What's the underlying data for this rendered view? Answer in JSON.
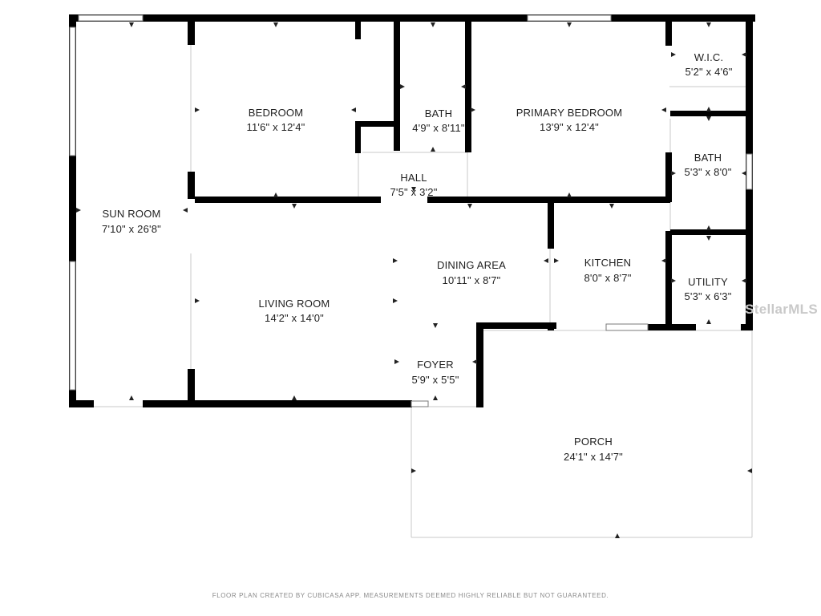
{
  "rooms": {
    "sunroom": {
      "name": "SUN ROOM",
      "dim": "7'10\" x 26'8\""
    },
    "bedroom": {
      "name": "BEDROOM",
      "dim": "11'6\" x 12'4\""
    },
    "bath1": {
      "name": "BATH",
      "dim": "4'9\" x 8'11\""
    },
    "primary": {
      "name": "PRIMARY BEDROOM",
      "dim": "13'9\" x 12'4\""
    },
    "wic": {
      "name": "W.I.C.",
      "dim": "5'2\" x 4'6\""
    },
    "bath2": {
      "name": "BATH",
      "dim": "5'3\" x 8'0\""
    },
    "hall": {
      "name": "HALL",
      "dim": "7'5\" x 3'2\""
    },
    "living": {
      "name": "LIVING ROOM",
      "dim": "14'2\" x 14'0\""
    },
    "dining": {
      "name": "DINING AREA",
      "dim": "10'11\" x 8'7\""
    },
    "kitchen": {
      "name": "KITCHEN",
      "dim": "8'0\" x 8'7\""
    },
    "utility": {
      "name": "UTILITY",
      "dim": "5'3\" x 6'3\""
    },
    "foyer": {
      "name": "FOYER",
      "dim": "5'9\" x 5'5\""
    },
    "porch": {
      "name": "PORCH",
      "dim": "24'1\" x 14'7\""
    }
  },
  "footer": "FLOOR PLAN CREATED BY CUBICASA APP. MEASUREMENTS DEEMED HIGHLY RELIABLE BUT NOT GUARANTEED.",
  "watermark": "StellarMLS",
  "colors": {
    "wall": "#000000",
    "background": "#ffffff",
    "footer": "#8a8a8a",
    "watermark": "#c9c9c9"
  }
}
